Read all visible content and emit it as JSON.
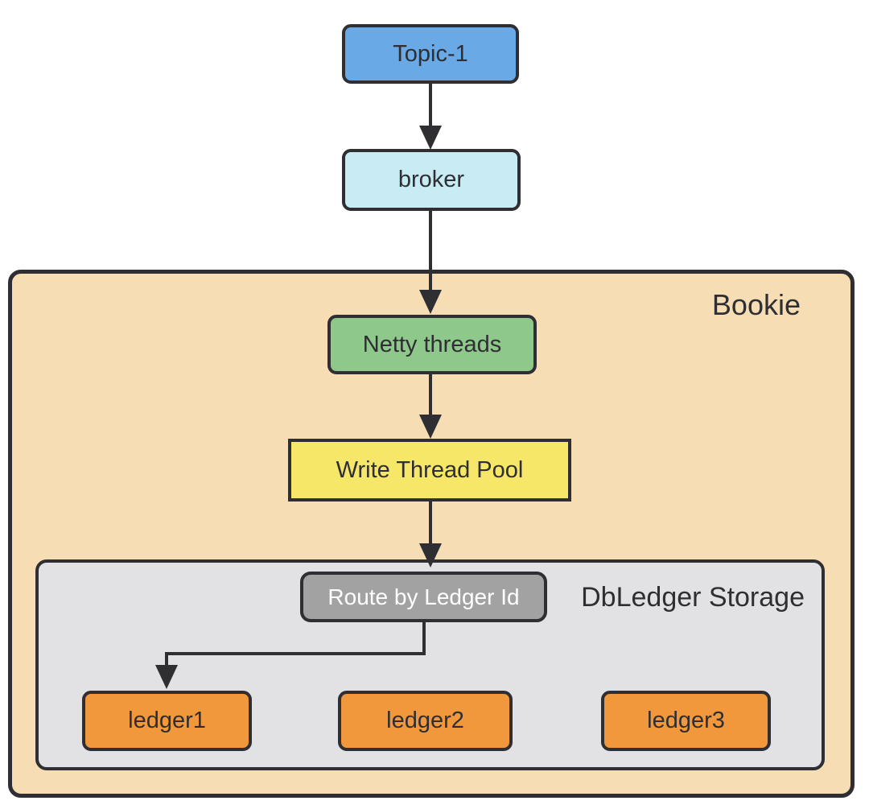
{
  "diagram": {
    "type": "flowchart",
    "background": "#FFFFFF",
    "stroke_color": "#2E2E33",
    "nodes": {
      "topic": {
        "label": "Topic-1",
        "fill": "#69AAE6",
        "text_color": "#2E2E33"
      },
      "broker": {
        "label": "broker",
        "fill": "#C9EBF4",
        "text_color": "#2E2E33"
      },
      "netty": {
        "label": "Netty threads",
        "fill": "#8EC88B",
        "text_color": "#2E2E33"
      },
      "write_thread_pool": {
        "label": "Write Thread Pool",
        "fill": "#F6E768",
        "text_color": "#2E2E33"
      },
      "route": {
        "label": "Route by Ledger Id",
        "fill": "#A2A2A2",
        "text_color": "#FFFFFF"
      },
      "ledger1": {
        "label": "ledger1",
        "fill": "#F0983B",
        "text_color": "#2E2E33"
      },
      "ledger2": {
        "label": "ledger2",
        "fill": "#F0983B",
        "text_color": "#2E2E33"
      },
      "ledger3": {
        "label": "ledger3",
        "fill": "#F0983B",
        "text_color": "#2E2E33"
      }
    },
    "containers": {
      "bookie": {
        "label": "Bookie",
        "fill": "#F7DDB3"
      },
      "dbledger_storage": {
        "label": "DbLedger Storage",
        "fill": "#E2E2E4"
      }
    },
    "edges": [
      {
        "from": "Topic-1",
        "to": "broker"
      },
      {
        "from": "broker",
        "to": "Netty threads"
      },
      {
        "from": "Netty threads",
        "to": "Write Thread Pool"
      },
      {
        "from": "Write Thread Pool",
        "to": "Route by Ledger Id"
      },
      {
        "from": "Route by Ledger Id",
        "to": "ledger1"
      }
    ]
  }
}
